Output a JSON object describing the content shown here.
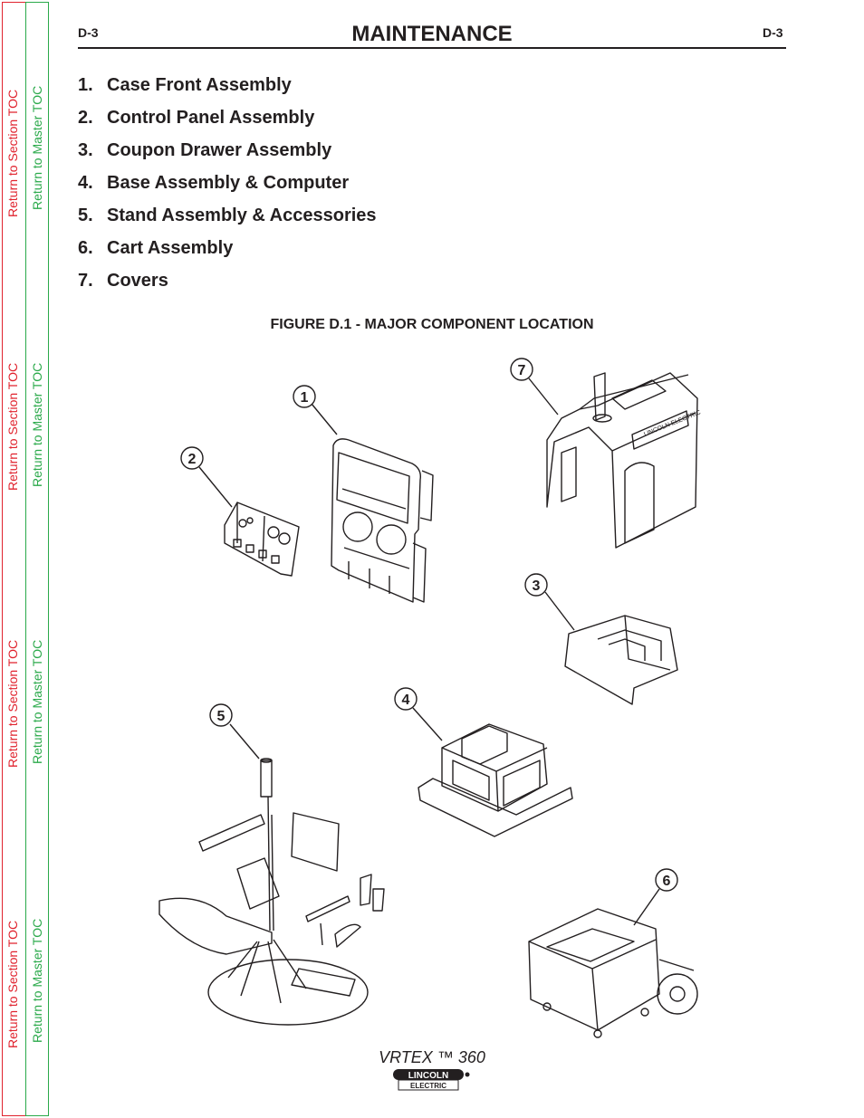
{
  "header": {
    "page_left": "D-3",
    "title": "MAINTENANCE",
    "page_right": "D-3"
  },
  "side_nav": {
    "section_toc": "Return to Section TOC",
    "master_toc": "Return to Master TOC",
    "colors": {
      "section": "#e0232e",
      "master": "#2aa94a"
    }
  },
  "parts_list": [
    {
      "num": "1.",
      "label": "Case Front Assembly"
    },
    {
      "num": "2.",
      "label": "Control Panel Assembly"
    },
    {
      "num": "3.",
      "label": "Coupon Drawer Assembly"
    },
    {
      "num": "4.",
      "label": "Base Assembly & Computer"
    },
    {
      "num": "5.",
      "label": "Stand Assembly & Accessories"
    },
    {
      "num": "6.",
      "label": "Cart Assembly"
    },
    {
      "num": "7.",
      "label": "Covers"
    }
  ],
  "figure": {
    "caption": "FIGURE D.1 - MAJOR COMPONENT LOCATION",
    "callouts": [
      "1",
      "2",
      "3",
      "4",
      "5",
      "6",
      "7"
    ],
    "cover_text": "LINCOLN ELECTRIC"
  },
  "footer": {
    "product": "VRTEX ™ 360",
    "logo_top": "LINCOLN",
    "logo_bottom": "ELECTRIC"
  }
}
